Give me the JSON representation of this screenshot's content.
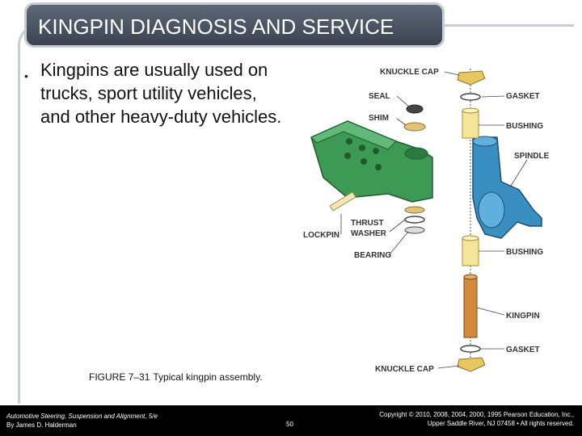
{
  "slide": {
    "title": "KINGPIN DIAGNOSIS AND SERVICE",
    "bullet_symbol": "•",
    "bullet_text": "Kingpins are usually used on trucks, sport utility vehicles, and other heavy-duty vehicles."
  },
  "figure": {
    "caption_label": "FIGURE 7–31",
    "caption_text": "Typical kingpin assembly.",
    "labels": {
      "knuckle_cap_top": "KNUCKLE CAP",
      "seal": "SEAL",
      "gasket_top": "GASKET",
      "shim": "SHIM",
      "bushing_top": "BUSHING",
      "spindle": "SPINDLE",
      "thrust": "THRUST",
      "washer": "WASHER",
      "lockpin": "LOCKPIN",
      "bearing": "BEARING",
      "bushing_bottom": "BUSHING",
      "kingpin": "KINGPIN",
      "gasket_bottom": "GASKET",
      "knuckle_cap_bottom": "KNUCKLE CAP"
    }
  },
  "footer": {
    "book_title": "Automotive Steering, Suspension and Alignment, 5/e",
    "author": "By James D. Halderman",
    "page_number": "50",
    "copyright_line1": "Copyright © 2010, 2008, 2004, 2000, 1995 Pearson Education, Inc.,",
    "copyright_line2": "Upper Saddle River, NJ 07458 • All rights reserved."
  }
}
